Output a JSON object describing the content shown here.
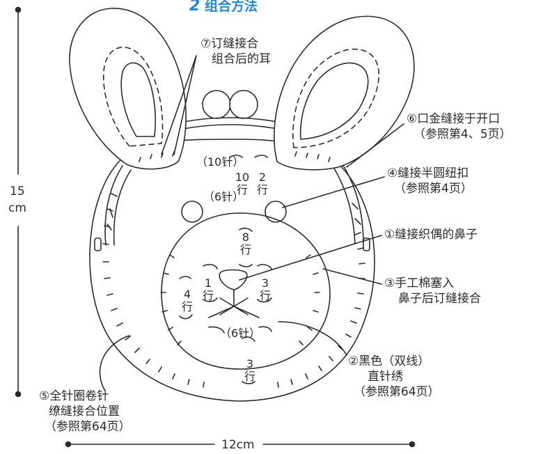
{
  "title": {
    "number": "2",
    "text": "组合方法"
  },
  "dimensions": {
    "height_value": "15",
    "height_unit": "cm",
    "width": "12cm"
  },
  "annotations": {
    "step7": {
      "line1": "⑦订缝接合",
      "line2": "组合后的耳"
    },
    "step6": {
      "line1": "⑥口金缝接于开口",
      "line2": "（参照第4、5页）"
    },
    "step4": {
      "line1": "④缝接半圆纽扣",
      "line2": "（参照第4页）"
    },
    "step1": {
      "line1": "①缝接织偶的鼻子"
    },
    "step3": {
      "line1": "③手工棉塞入",
      "line2": "鼻子后订缝接合"
    },
    "step2": {
      "line1": "②黑色（双线）",
      "line2": "直针绣",
      "line3": "（参照第64页）"
    },
    "step5": {
      "line1": "⑤全针圈卷针",
      "line2": "缭缝接合位置",
      "line3": "（参照第64页）"
    }
  },
  "stitch_marks": {
    "ten_needles": "（10针）",
    "six_needles_top": "（6针）",
    "six_needles_bottom": "（6针）",
    "ten_rows": "10行",
    "two_rows": "2行",
    "eight_rows": "8行",
    "one_row": "1行",
    "three_rows_right": "3行",
    "four_rows": "4行",
    "three_rows_bottom": "3行"
  },
  "colors": {
    "title": "#1e8ad6",
    "line": "#2a2a2a"
  }
}
